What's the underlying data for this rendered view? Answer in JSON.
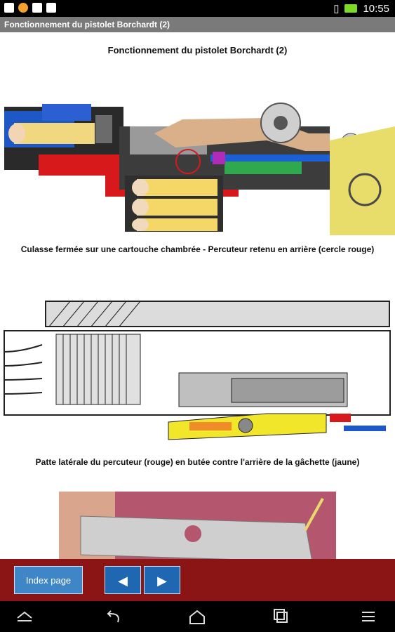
{
  "status": {
    "time": "10:55"
  },
  "titlebar": {
    "title": "Fonctionnement du pistolet Borchardt (2)"
  },
  "page": {
    "heading": "Fonctionnement du pistolet Borchardt (2)",
    "caption1": "Culasse fermée sur une cartouche chambrée - Percuteur retenu en arrière (cercle rouge)",
    "caption2": "Patte latérale du percuteur (rouge) en butée contre l'arrière de la gâchette (jaune)"
  },
  "toolbar": {
    "index_label": "Index page",
    "prev_icon": "◀",
    "next_icon": "▶"
  },
  "icons": [
    "image-icon",
    "notification-icon",
    "sim-icon",
    "android-icon",
    "vibrate-icon",
    "battery-icon",
    "back-icon",
    "home-icon",
    "recents-icon",
    "menu-icon",
    "collapse-icon"
  ]
}
